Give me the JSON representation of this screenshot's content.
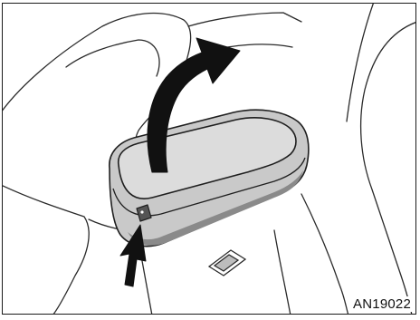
{
  "figure": {
    "code": "AN19022",
    "colors": {
      "line": "#2a2a2a",
      "light_line": "#9a9a9a",
      "armrest_fill": "#c9c9c9",
      "armrest_top": "#dcdcdc",
      "armrest_dark": "#8a8a8a",
      "arrow_fill": "#111111",
      "background": "#ffffff"
    },
    "icons": {
      "lift_arrow": "curved-up-arrow",
      "push_arrow": "up-arrow"
    }
  }
}
